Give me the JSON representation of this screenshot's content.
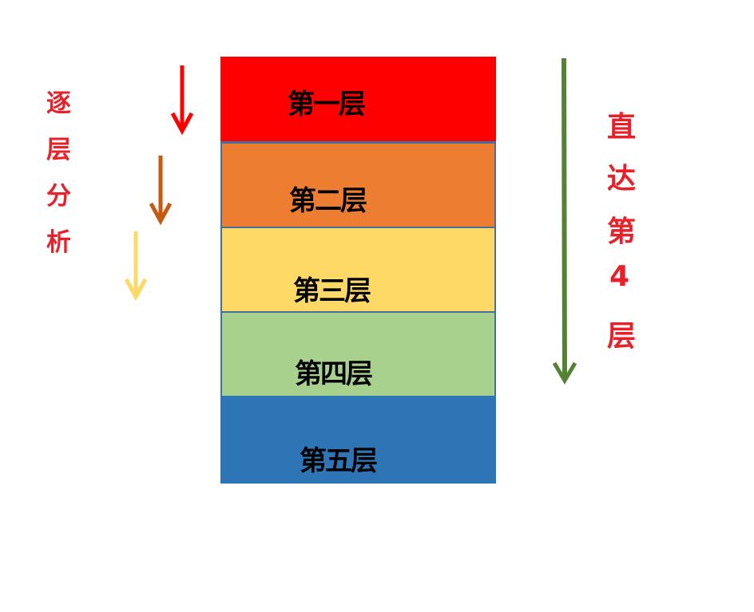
{
  "left_label": {
    "chars": [
      "逐",
      "层",
      "分",
      "析"
    ],
    "color": "#e8202a"
  },
  "right_label": {
    "chars": [
      "直",
      "达",
      "第",
      "4",
      "层"
    ],
    "color": "#e8202a"
  },
  "layers": [
    {
      "label": "第一层",
      "color": "#ff0000"
    },
    {
      "label": "第二层",
      "color": "#ed7d31"
    },
    {
      "label": "第三层",
      "color": "#ffd966"
    },
    {
      "label": "第四层",
      "color": "#a9d18e"
    },
    {
      "label": "第五层",
      "color": "#2e75b6"
    }
  ],
  "arrows": {
    "step_arrows": [
      {
        "color": "#ff0000",
        "target": "第一层"
      },
      {
        "color": "#c55a11",
        "target": "第二层"
      },
      {
        "color": "#ffd966",
        "target": "第三层"
      }
    ],
    "direct_arrow": {
      "color": "#548235",
      "target": "第四层"
    }
  },
  "border_color": "#41719c"
}
